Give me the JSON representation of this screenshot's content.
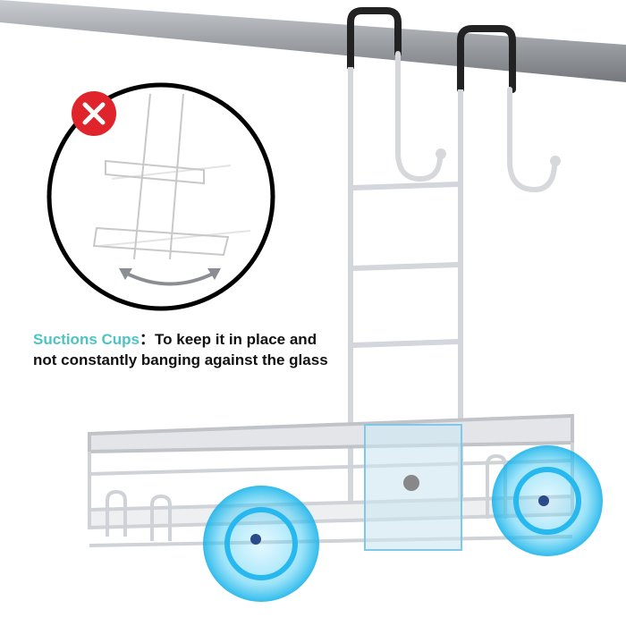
{
  "caption": {
    "highlight": "Suctions Cups",
    "separator": "：",
    "line1": "To keep it in place and",
    "line2": "not constantly banging against the glass"
  },
  "colors": {
    "accent": "#4cc4c4",
    "error": "#e0242c",
    "rack": "#d5d8dc",
    "suction_glow": "#38c6f0"
  },
  "icons": [
    "x-mark-icon",
    "swing-arrow-icon"
  ]
}
